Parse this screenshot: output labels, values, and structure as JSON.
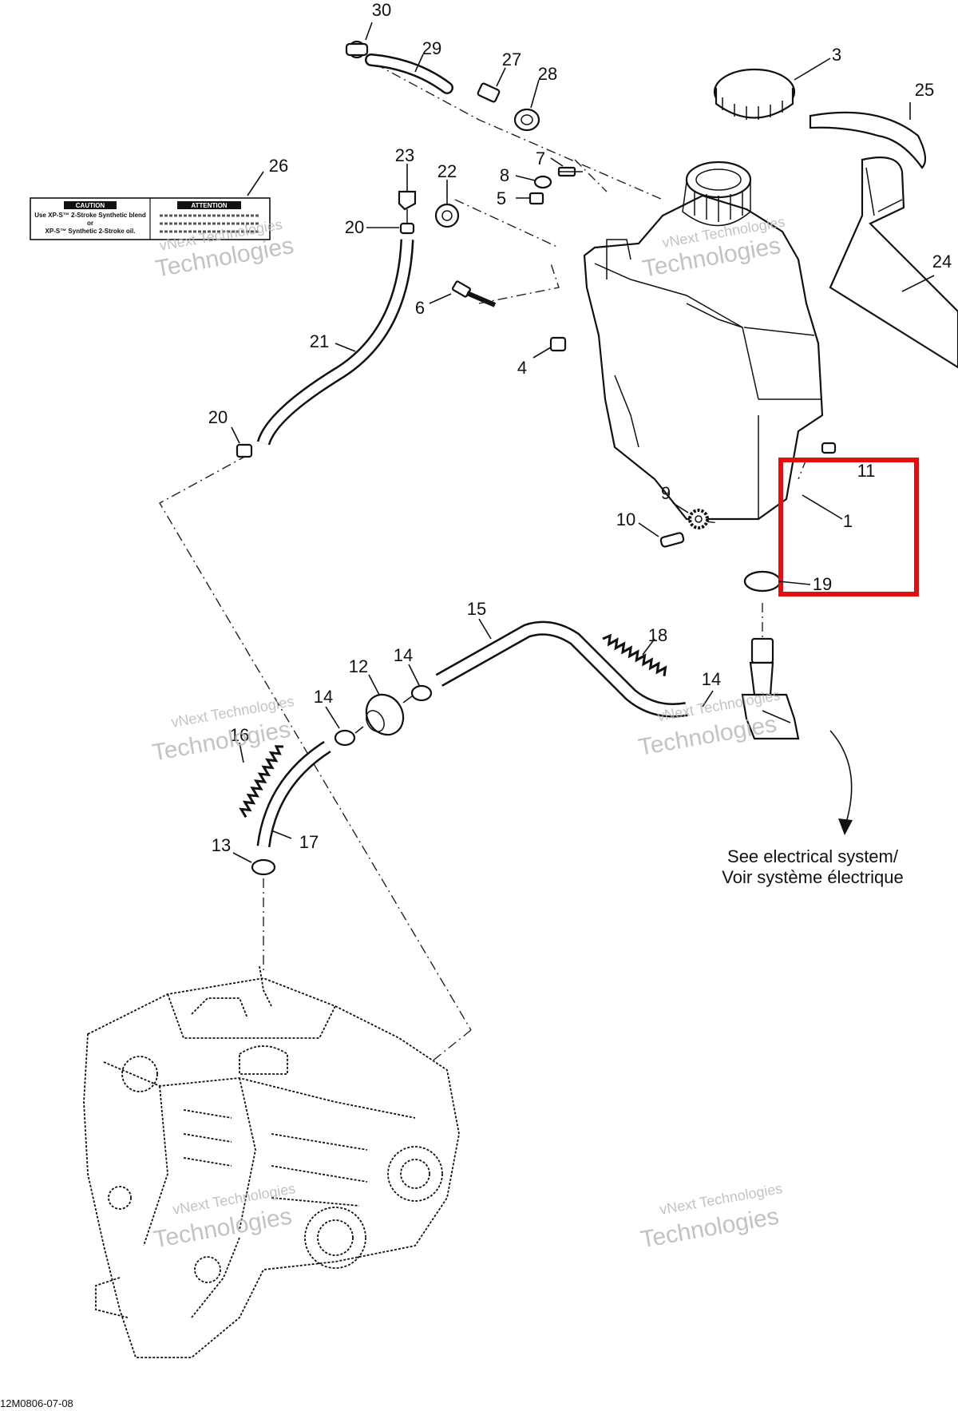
{
  "callouts": {
    "c1": "1",
    "c3": "3",
    "c4": "4",
    "c5": "5",
    "c6": "6",
    "c7": "7",
    "c8": "8",
    "c9": "9",
    "c10": "10",
    "c11": "11",
    "c12": "12",
    "c13": "13",
    "c14a": "14",
    "c14b": "14",
    "c14c": "14",
    "c15": "15",
    "c16": "16",
    "c17": "17",
    "c18": "18",
    "c19": "19",
    "c20a": "20",
    "c20b": "20",
    "c21": "21",
    "c22": "22",
    "c23": "23",
    "c24": "24",
    "c25": "25",
    "c26": "26",
    "c27": "27",
    "c28": "28",
    "c29": "29",
    "c30": "30"
  },
  "note": {
    "line1": "See electrical system/",
    "line2": "Voir système électrique"
  },
  "decal": {
    "left_title": "CAUTION",
    "right_title": "ATTENTION",
    "left_line1": "Use XP-S™ 2-Stroke Synthetic blend",
    "left_line2": "or",
    "left_line3": "XP-S™ Synthetic 2-Stroke oil."
  },
  "watermark": {
    "small": "vNext Technologies",
    "large": "Technologies"
  },
  "footer": {
    "code": "12M0806-07-08"
  },
  "highlight": {
    "color": "#e01010"
  }
}
